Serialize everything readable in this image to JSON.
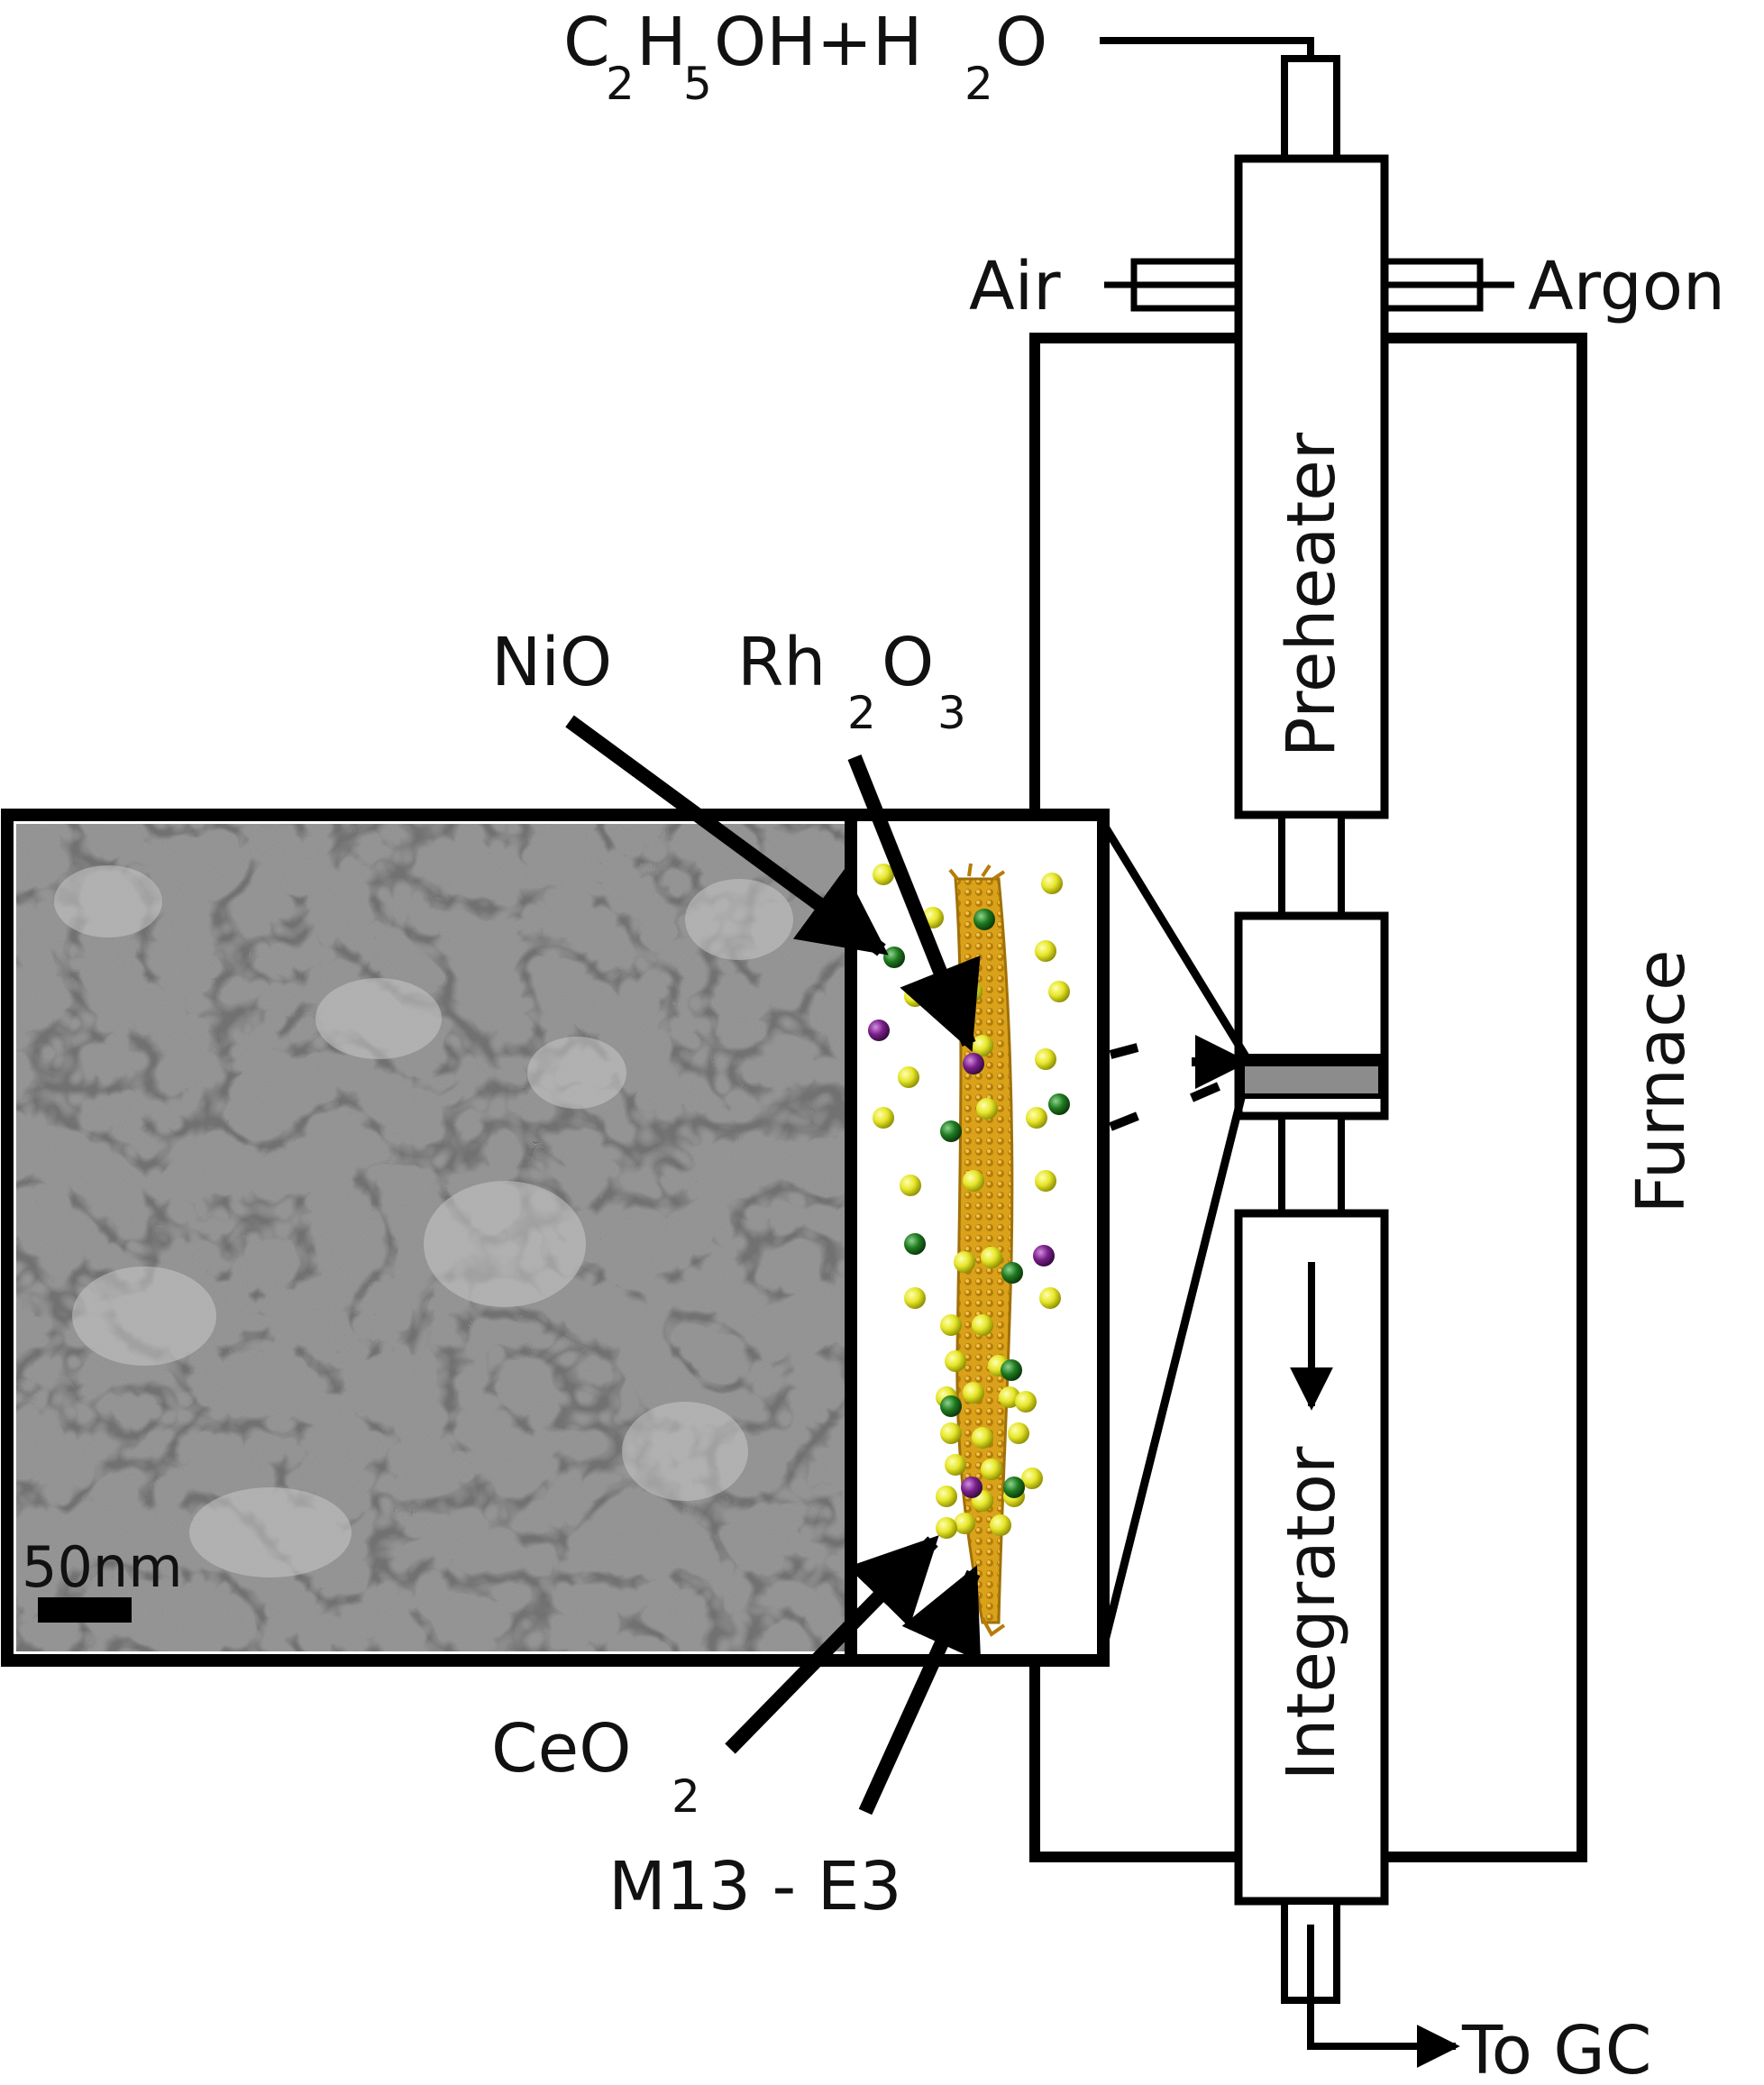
{
  "labels": {
    "feed_main": "C",
    "feed_sub1": "2",
    "feed_mid1": "H",
    "feed_sub2": "5",
    "feed_mid2": "OH+H",
    "feed_sub3": "2",
    "feed_end": "O",
    "air": "Air",
    "argon": "Argon",
    "preheater": "Preheater",
    "furnace": "Furnace",
    "integrator": "Integrator",
    "to_gc": "To GC",
    "nio": "NiO",
    "rh_main": "Rh",
    "rh_sub1": "2",
    "rh_mid": "O",
    "rh_sub2": "3",
    "ceo_main": "CeO",
    "ceo_sub": "2",
    "m13": "M13 - E3",
    "scale_bar": "50nm"
  },
  "colors": {
    "line": "#000000",
    "ceo2_particle": "#e6e62a",
    "nio_particle": "#1f7a1f",
    "rh2o3_particle": "#7a1f8a",
    "virus": "#d9a21a",
    "catalyst_bed": "#8c8c8c",
    "tem_background": "#9a9a9a"
  }
}
